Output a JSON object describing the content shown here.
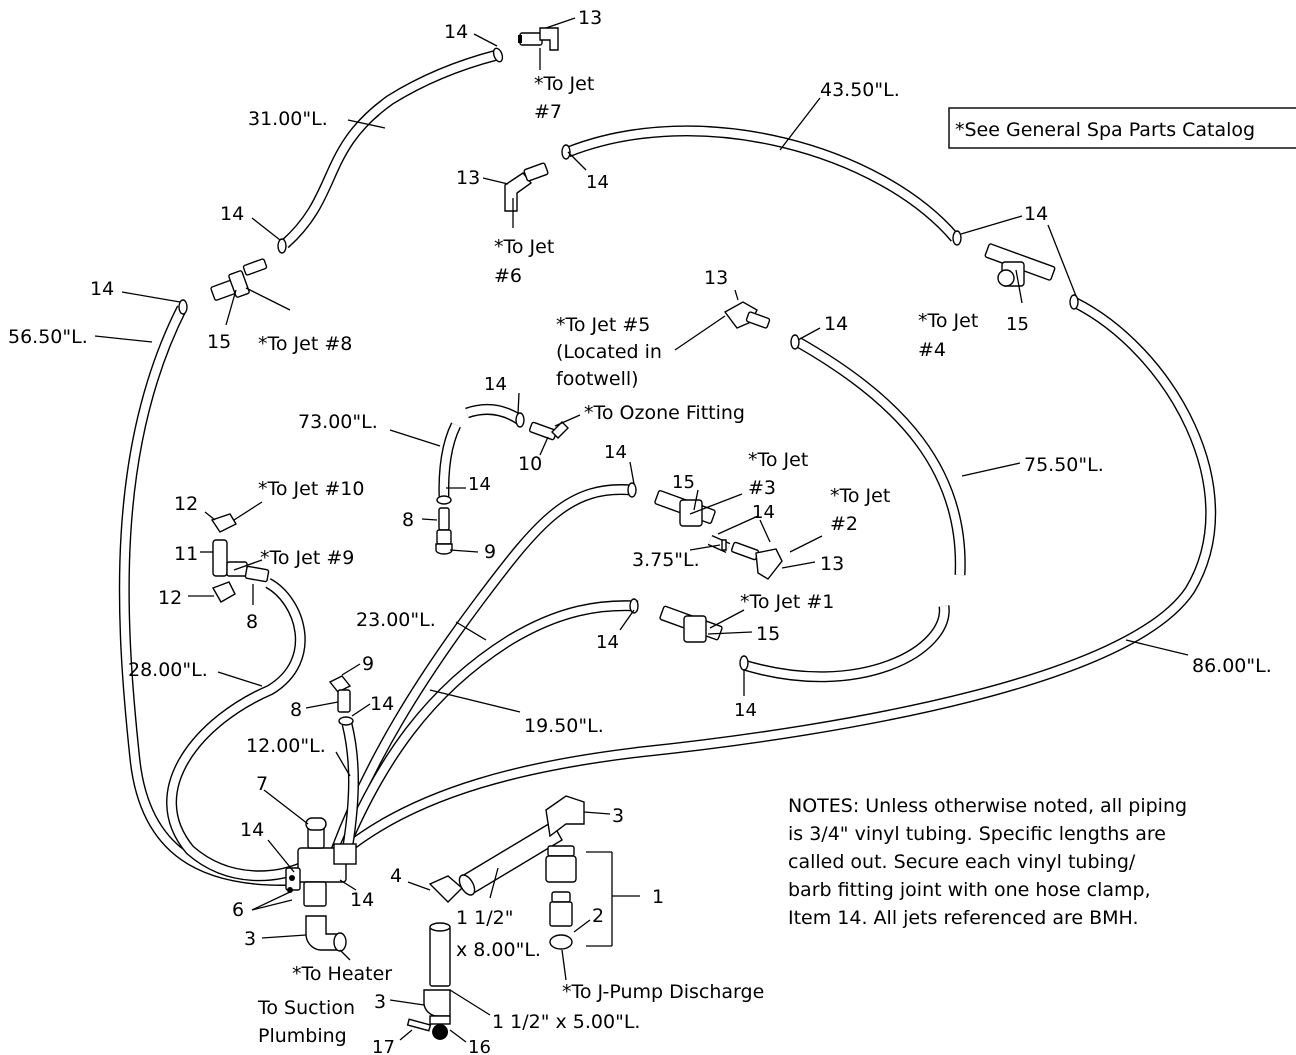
{
  "catalog_note": "*See General Spa Parts Catalog",
  "notes": [
    "NOTES:  Unless otherwise noted, all piping",
    "is 3/4\" vinyl tubing.  Specific lengths are",
    "called out.  Secure each vinyl tubing/",
    "barb fitting joint with one hose clamp,",
    "Item 14.  All jets referenced are BMH."
  ],
  "lengths": {
    "l31": "31.00\"L.",
    "l43": "43.50\"L.",
    "l56": "56.50\"L.",
    "l73": "73.00\"L.",
    "l75": "75.50\"L.",
    "l28": "28.00\"L.",
    "l23": "23.00\"L.",
    "l19": "19.50\"L.",
    "l12": "12.00\"L.",
    "l86": "86.00\"L.",
    "l375": "3.75\"L."
  },
  "pipes": {
    "p8_a": "1 1/2\"",
    "p8_b": "x 8.00\"L.",
    "p5": "1 1/2\" x 5.00\"L."
  },
  "destinations": {
    "jet7_a": "*To Jet",
    "jet7_b": "#7",
    "jet6_a": "*To Jet",
    "jet6_b": "#6",
    "jet8": "*To Jet #8",
    "jet5_a": "*To Jet #5",
    "jet5_b": "(Located in",
    "jet5_c": "footwell)",
    "jet4_a": "*To Jet",
    "jet4_b": "#4",
    "ozone": "*To Ozone Fitting",
    "jet10": "*To Jet #10",
    "jet9": "*To Jet #9",
    "jet3_a": "*To Jet",
    "jet3_b": "#3",
    "jet2_a": "*To Jet",
    "jet2_b": "#2",
    "jet1": "*To Jet #1",
    "heater": "*To Heater",
    "suction_a": "To Suction",
    "suction_b": "Plumbing",
    "jpump": "*To J-Pump Discharge"
  },
  "items": {
    "n1": "1",
    "n2": "2",
    "n3": "3",
    "n4": "4",
    "n6": "6",
    "n7": "7",
    "n8": "8",
    "n9": "9",
    "n10": "10",
    "n11": "11",
    "n12": "12",
    "n13": "13",
    "n14": "14",
    "n15": "15",
    "n16": "16",
    "n17": "17"
  }
}
